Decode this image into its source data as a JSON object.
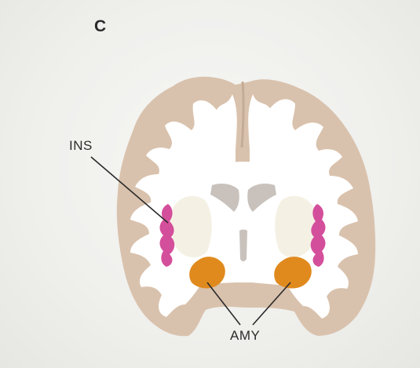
{
  "panel": {
    "letter": "C"
  },
  "labels": {
    "insula": "INS",
    "amygdala": "AMY"
  },
  "colors": {
    "gray_matter": "#d9c2ad",
    "white_matter": "#ffffff",
    "deep_nuclei": "#f4f1e4",
    "ventricles": "#c9c2bc",
    "insula": "#d44f9b",
    "amygdala": "#e08a1e",
    "pointer_lines": "#2a2a2a"
  },
  "icons": [
    "coronal-brain-section-illustration"
  ]
}
